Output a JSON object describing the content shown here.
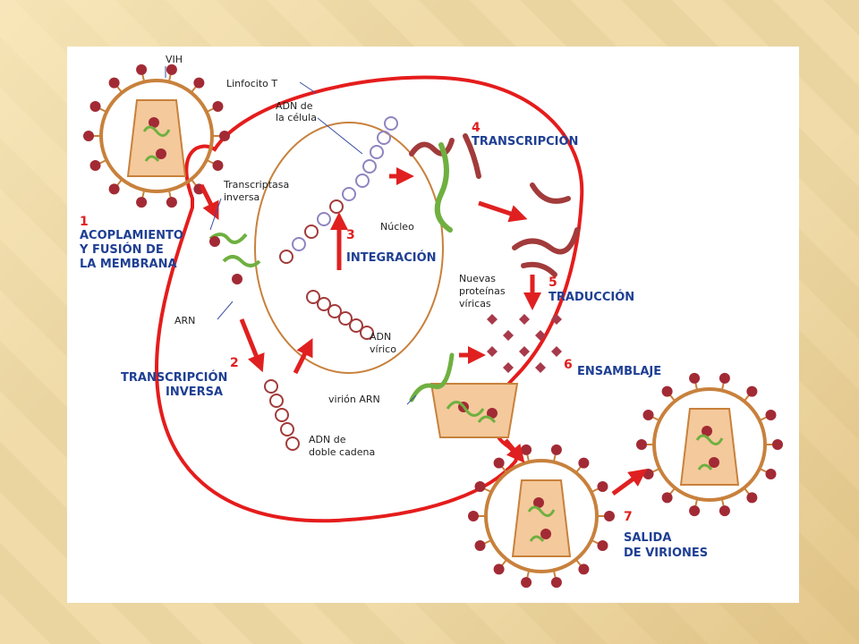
{
  "colors": {
    "slide_background": "#efd9a4",
    "panel_background": "#ffffff",
    "cell_membrane": "#e51c1c",
    "nucleus_membrane": "#c8813c",
    "virus_envelope": "#c8813c",
    "virus_spike": "#a22a35",
    "capsid_fill": "#f4c99c",
    "rna_green": "#6fb040",
    "arrow_red": "#e02020",
    "label_blue": "#1f3f93",
    "dna_strand_red": "#a23b3b",
    "dna_strand_purple": "#8f84c0",
    "protein_diamond": "#a73a4a"
  },
  "labels": {
    "vih": "VIH",
    "linfocito_t": "Linfocito T",
    "adn_celula_line1": "ADN de",
    "adn_celula_line2": "la célula",
    "transcriptasa_line1": "Transcriptasa",
    "transcriptasa_line2": "inversa",
    "nucleo": "Núcleo",
    "arn": "ARN",
    "adn_virico_line1": "ADN",
    "adn_virico_line2": "vírico",
    "adn_doble_line1": "ADN de",
    "adn_doble_line2": "doble cadena",
    "nuevas_line1": "Nuevas",
    "nuevas_line2": "proteínas",
    "nuevas_line3": "víricas",
    "virion_arn": "virión ARN"
  },
  "steps": [
    {
      "number": "1",
      "lines": [
        "ACOPLAMIENTO",
        "Y FUSIÓN DE",
        "LA MEMBRANA"
      ]
    },
    {
      "number": "2",
      "lines": [
        "TRANSCRIPCIÓN",
        "INVERSA"
      ]
    },
    {
      "number": "3",
      "lines": [
        "INTEGRACIÓN"
      ]
    },
    {
      "number": "4",
      "lines": [
        "TRANSCRIPCIÓN"
      ]
    },
    {
      "number": "5",
      "lines": [
        "TRADUCCIÓN"
      ]
    },
    {
      "number": "6",
      "lines": [
        "ENSAMBLAJE"
      ]
    },
    {
      "number": "7",
      "lines": [
        "SALIDA",
        "DE VIRIONES"
      ]
    }
  ]
}
